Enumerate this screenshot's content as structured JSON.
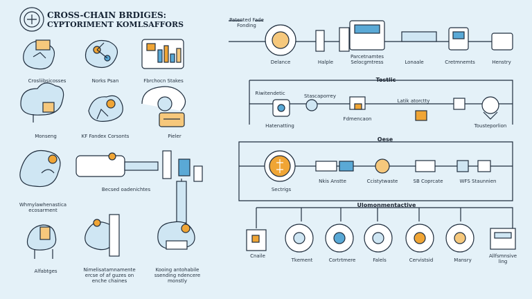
{
  "header": {
    "title_line1": "CROSS-CHAIN BRDIGES:",
    "title_line2": "CYPTORIMENT KOMLSAFFORS"
  },
  "colors": {
    "background": "#e4f1f8",
    "line": "#1f2d3d",
    "accent_orange": "#f0a535",
    "accent_blue": "#5aa9d6"
  },
  "left_panel": {
    "labels": [
      "Crosliibsicosses",
      "Norks Psan",
      "Fbrchocn Stakes",
      "Monseng",
      "KF Fandex Corsonts",
      "Pieler",
      "Becsed oadenichtes",
      "Whmylawhenastica ecosarment",
      "Alfabtges",
      "Nimelisatamnamente ercse of af guzes on enche chaines",
      "Kooing antohabile ssending ndencere monstly"
    ]
  },
  "right_panel": {
    "top_row": {
      "header": "Patented Fade Fonding",
      "labels": [
        "Delance",
        "Halple",
        "Parcetnamtes Selocgmtress",
        "Lonaale",
        "Cretmnemts",
        "Henstry"
      ]
    },
    "section2": {
      "title": "Tostlic",
      "labels": [
        "Hatenatting",
        "Riwitendetic",
        "Stascaporrey",
        "Latik atorctty",
        "Fdmencaon",
        "Tousteporlion"
      ]
    },
    "section3": {
      "title": "Oese",
      "labels": [
        "Sectrigs",
        "Nkis Anstte",
        "Ccistytwaste",
        "SB Coprcate",
        "WFS Staunnien"
      ]
    },
    "section4": {
      "title": "Ulomonmentactive",
      "labels": [
        "Cnaile",
        "Tkement",
        "Cortrtmere",
        "Falels",
        "Cervistsid",
        "Mansry",
        "Allfsmnsive ling"
      ]
    }
  }
}
